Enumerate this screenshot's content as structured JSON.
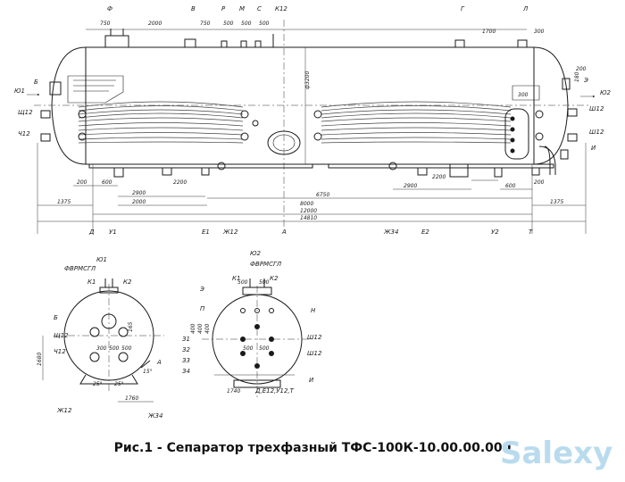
{
  "drawing": {
    "nozzle_labels_top": [
      "Ф",
      "В",
      "Р",
      "М",
      "С",
      "К12",
      "Г",
      "Л"
    ],
    "top_dims": [
      "750",
      "2000",
      "750",
      "500",
      "500",
      "500",
      "1700",
      "300"
    ],
    "left_labels": [
      "Ю1",
      "Б",
      "Щ12",
      "Ч12"
    ],
    "right_labels": [
      "Э",
      "Ю2",
      "Ш12",
      "Ш12",
      "И"
    ],
    "right_dims": [
      "200",
      "180",
      "300"
    ],
    "diameter_label": "ф3200",
    "bottom_dims": {
      "d200": "200",
      "d600": "600",
      "d2900": "2900",
      "d2200": "2200",
      "d2000": "2000",
      "d1375": "1375",
      "d8000": "8000",
      "d6750": "6750",
      "d12000": "12000",
      "d14810": "14810",
      "d2900_r": "2900",
      "d2200_r": "2200",
      "d600_r": "600",
      "d200_r": "200",
      "d1375_r": "1375"
    },
    "bottom_labels": [
      "Д",
      "У1",
      "Е1",
      "Ж12",
      "А",
      "Ж34",
      "Е2",
      "У2",
      "Т"
    ],
    "section1": {
      "labels": [
        "Ю1",
        "ФВРМСГЛ",
        "К1",
        "К2",
        "Б",
        "Щ12",
        "Ч12",
        "А",
        "Ж12",
        "Ж34"
      ],
      "dims": [
        "300",
        "500",
        "500",
        "1680",
        "1760",
        "25°",
        "25°",
        "15°",
        "165"
      ]
    },
    "section2": {
      "labels": [
        "Ю2",
        "ФВРМСГЛ",
        "К1",
        "К2",
        "Э",
        "П",
        "Н",
        "Ш12",
        "Ш12",
        "И",
        "З1",
        "З2",
        "З3",
        "З4",
        "Д,Е12,У12,Т"
      ],
      "dims": [
        "500",
        "500",
        "500",
        "500",
        "400",
        "400",
        "400",
        "1740"
      ]
    }
  },
  "caption": "Рис.1 - Сепаратор трехфазный ТФС-100К-10.00.00.000",
  "watermark": "Salexy"
}
